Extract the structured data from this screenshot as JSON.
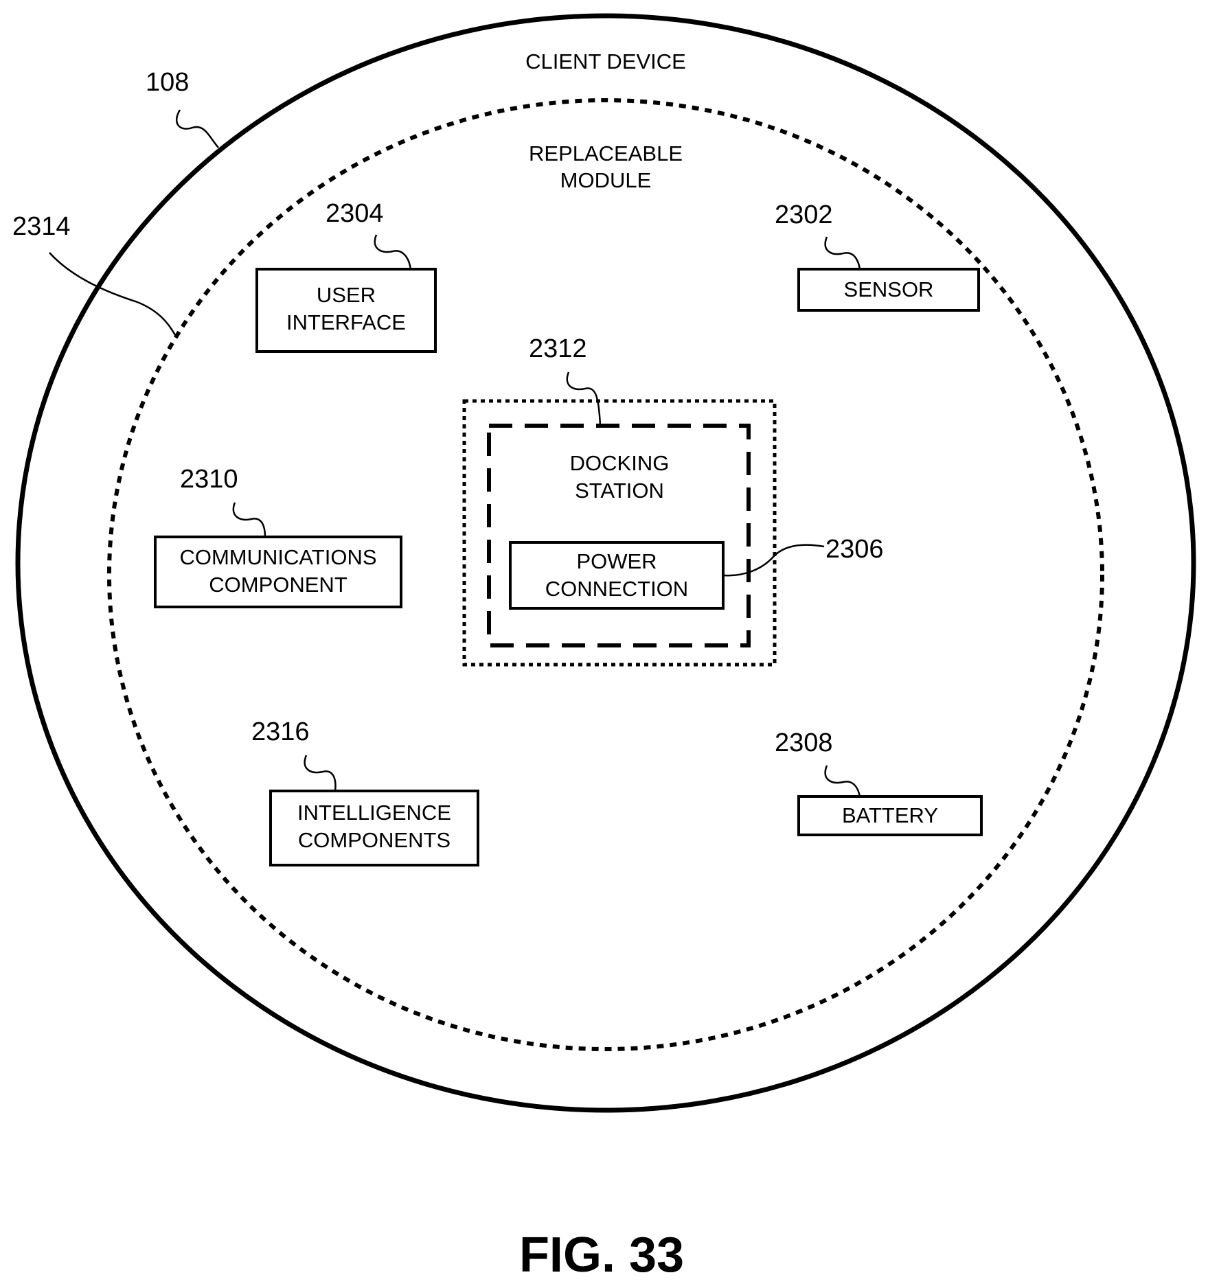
{
  "figure": {
    "caption": "FIG. 33",
    "client_device": {
      "label": "CLIENT DEVICE",
      "ref": "108"
    },
    "replaceable_module": {
      "label_line1": "REPLACEABLE",
      "label_line2": "MODULE",
      "ref": "2314"
    },
    "user_interface": {
      "line1": "USER",
      "line2": "INTERFACE",
      "ref": "2304"
    },
    "sensor": {
      "line1": "SENSOR",
      "ref": "2302"
    },
    "docking_station": {
      "line1": "DOCKING",
      "line2": "STATION",
      "ref": "2312"
    },
    "power_connection": {
      "line1": "POWER",
      "line2": "CONNECTION",
      "ref": "2306"
    },
    "communications_component": {
      "line1": "COMMUNICATIONS",
      "line2": "COMPONENT",
      "ref": "2310"
    },
    "intelligence_components": {
      "line1": "INTELLIGENCE",
      "line2": "COMPONENTS",
      "ref": "2316"
    },
    "battery": {
      "line1": "BATTERY",
      "ref": "2308"
    }
  }
}
